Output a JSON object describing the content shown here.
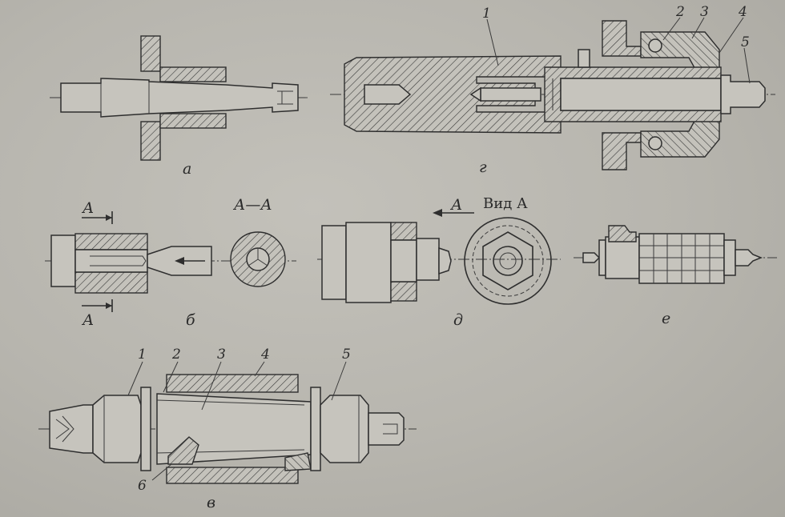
{
  "labels": {
    "a": "а",
    "b": "б",
    "v": "в",
    "g": "г",
    "d": "д",
    "e": "е"
  },
  "section_b": {
    "cut_letter_top": "А",
    "cut_letter_bottom": "А",
    "section_title": "А—А"
  },
  "view_d": {
    "arrow_letter": "А",
    "view_title": "Вид А"
  },
  "callouts_g": [
    "1",
    "2",
    "3",
    "4",
    "5"
  ],
  "callouts_v": [
    "1",
    "2",
    "3",
    "4",
    "5",
    "6"
  ]
}
